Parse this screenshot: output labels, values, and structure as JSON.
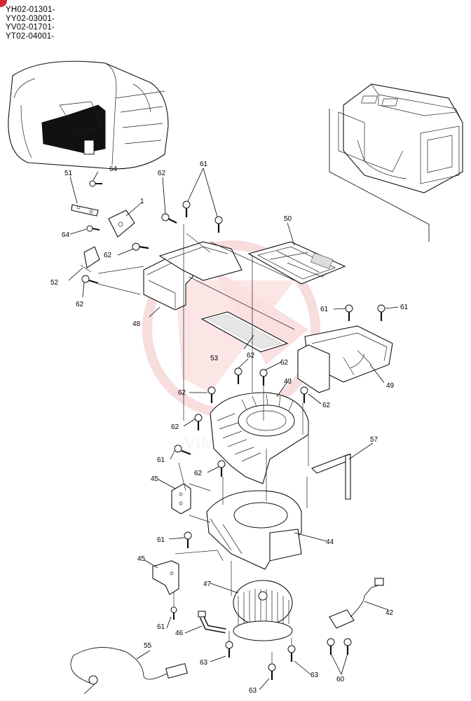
{
  "header": {
    "serials": [
      "YH02-01301-",
      "YY02-03001-",
      "YV02-01701-",
      "YT02-04001-"
    ]
  },
  "colors": {
    "badge": "#d6262d",
    "watermark": "#f2b5b5",
    "line": "#000000"
  },
  "watermark": {
    "text": "VIMER"
  },
  "callouts": [
    {
      "id": "c1",
      "text": "1"
    },
    {
      "id": "c42",
      "text": "42"
    },
    {
      "id": "c43",
      "text": "43"
    },
    {
      "id": "c44",
      "text": "44"
    },
    {
      "id": "c45a",
      "text": "45"
    },
    {
      "id": "c45b",
      "text": "45"
    },
    {
      "id": "c46",
      "text": "46"
    },
    {
      "id": "c47",
      "text": "47"
    },
    {
      "id": "c48",
      "text": "48"
    },
    {
      "id": "c49",
      "text": "49"
    },
    {
      "id": "c50",
      "text": "50"
    },
    {
      "id": "c51",
      "text": "51"
    },
    {
      "id": "c52",
      "text": "52"
    },
    {
      "id": "c53",
      "text": "53"
    },
    {
      "id": "c55",
      "text": "55"
    },
    {
      "id": "c57",
      "text": "57"
    },
    {
      "id": "c60",
      "text": "60"
    },
    {
      "id": "c61a",
      "text": "61"
    },
    {
      "id": "c61b",
      "text": "61"
    },
    {
      "id": "c61c",
      "text": "61"
    },
    {
      "id": "c61d",
      "text": "61"
    },
    {
      "id": "c61e",
      "text": "61"
    },
    {
      "id": "c61f",
      "text": "61"
    },
    {
      "id": "c62a",
      "text": "62"
    },
    {
      "id": "c62b",
      "text": "62"
    },
    {
      "id": "c62c",
      "text": "62"
    },
    {
      "id": "c62d",
      "text": "62"
    },
    {
      "id": "c62e",
      "text": "62"
    },
    {
      "id": "c62f",
      "text": "62"
    },
    {
      "id": "c62g",
      "text": "62"
    },
    {
      "id": "c62h",
      "text": "62"
    },
    {
      "id": "c62i",
      "text": "62"
    },
    {
      "id": "c63a",
      "text": "63"
    },
    {
      "id": "c63b",
      "text": "63"
    },
    {
      "id": "c63c",
      "text": "63"
    },
    {
      "id": "c64a",
      "text": "64"
    },
    {
      "id": "c64b",
      "text": "64"
    }
  ]
}
